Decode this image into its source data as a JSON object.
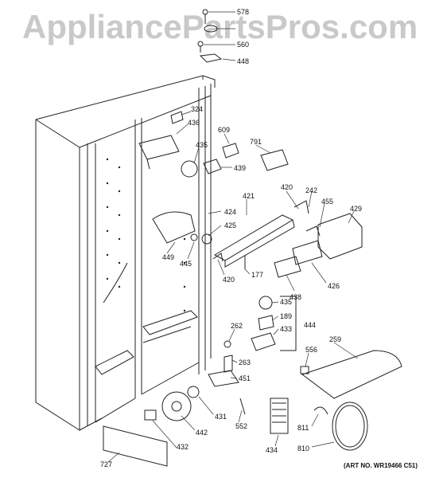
{
  "watermark": "AppliancePartsPros.com",
  "art_number": "(ART NO. WR19466 C51)",
  "parts": [
    {
      "id": "p578",
      "label": "578"
    },
    {
      "id": "p560",
      "label": "560"
    },
    {
      "id": "p448",
      "label": "448"
    },
    {
      "id": "p324",
      "label": "324"
    },
    {
      "id": "p436",
      "label": "436"
    },
    {
      "id": "p609",
      "label": "609"
    },
    {
      "id": "p791",
      "label": "791"
    },
    {
      "id": "p435a",
      "label": "435"
    },
    {
      "id": "p439",
      "label": "439"
    },
    {
      "id": "p421",
      "label": "421"
    },
    {
      "id": "p420a",
      "label": "420"
    },
    {
      "id": "p242",
      "label": "242"
    },
    {
      "id": "p455",
      "label": "455"
    },
    {
      "id": "p429",
      "label": "429"
    },
    {
      "id": "p424",
      "label": "424"
    },
    {
      "id": "p425",
      "label": "425"
    },
    {
      "id": "p449",
      "label": "449"
    },
    {
      "id": "p445",
      "label": "445"
    },
    {
      "id": "p420b",
      "label": "420"
    },
    {
      "id": "p177",
      "label": "177"
    },
    {
      "id": "p426",
      "label": "426"
    },
    {
      "id": "p438",
      "label": "438"
    },
    {
      "id": "p435b",
      "label": "435"
    },
    {
      "id": "p189",
      "label": "189"
    },
    {
      "id": "p433",
      "label": "433"
    },
    {
      "id": "p444",
      "label": "444"
    },
    {
      "id": "p262",
      "label": "262"
    },
    {
      "id": "p263",
      "label": "263"
    },
    {
      "id": "p451",
      "label": "451"
    },
    {
      "id": "p556",
      "label": "556"
    },
    {
      "id": "p259",
      "label": "259"
    },
    {
      "id": "p431",
      "label": "431"
    },
    {
      "id": "p442",
      "label": "442"
    },
    {
      "id": "p432",
      "label": "432"
    },
    {
      "id": "p552",
      "label": "552"
    },
    {
      "id": "p434",
      "label": "434"
    },
    {
      "id": "p811",
      "label": "811"
    },
    {
      "id": "p810",
      "label": "810"
    },
    {
      "id": "p727",
      "label": "727"
    }
  ]
}
